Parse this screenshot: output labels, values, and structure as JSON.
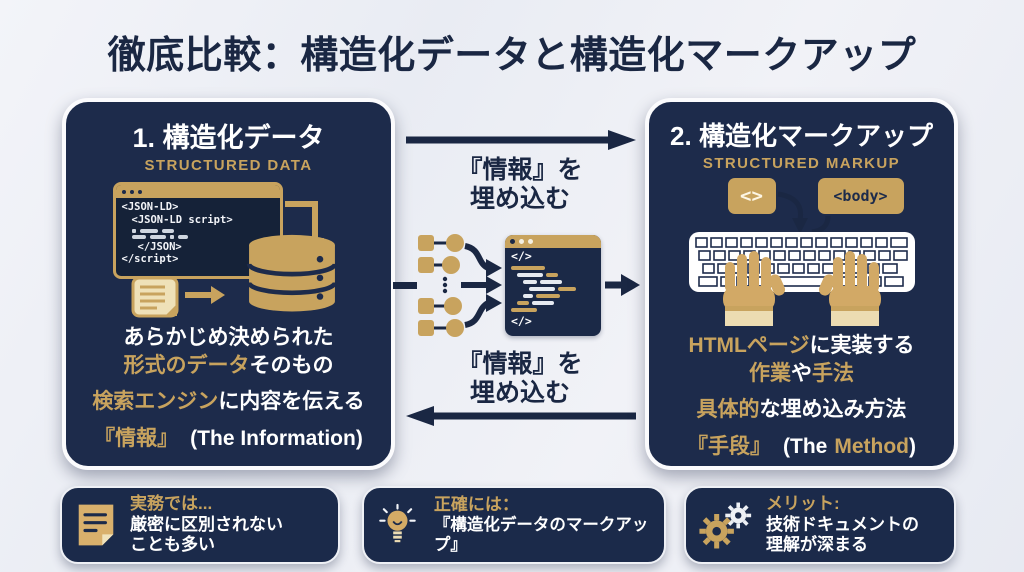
{
  "title": "徹底比較：構造化データと構造化マークアップ",
  "left_panel": {
    "heading": "1. 構造化データ",
    "subheading": "STRUCTURED DATA",
    "code_window": {
      "line1": "<JSON-LD>",
      "line2": "<JSON-LD script>",
      "line3": "</JSON>",
      "line4": "</script>"
    },
    "desc": {
      "line1_white": "あらかじめ決められた",
      "line2_gold": "形式のデータ",
      "line2_white": "そのもの",
      "line3_gold": "検索エンジン",
      "line3_white": "に内容を伝える",
      "line4_gold": "『情報』",
      "line4_white": "(The Information)"
    }
  },
  "center": {
    "top_label_line1": "『情報』を",
    "top_label_line2": "埋め込む",
    "bottom_label_line1": "『情報』を",
    "bottom_label_line2": "埋め込む",
    "code_symbol_top": "</>",
    "code_symbol_bottom": "</>"
  },
  "right_panel": {
    "heading": "2. 構造化マークアップ",
    "subheading": "STRUCTURED MARKUP",
    "chip_code": "<>",
    "chip_body": "<body>",
    "desc": {
      "line1_gold": "HTMLページ",
      "line1_white": "に実装する",
      "line2_gold1": "作業",
      "line2_white": "や",
      "line2_gold2": "手法",
      "line3_gold": "具体的",
      "line3_white": "な埋め込み方法",
      "line4_gold": "『手段』",
      "line4_white1": "(The",
      "line4_gold2": "Method",
      "line4_white2": ")"
    }
  },
  "bottom_cards": [
    {
      "title": "実務では...",
      "line1": "厳密に区別されない",
      "line2": "ことも多い"
    },
    {
      "title": "正確には：",
      "line1": "『構造化データのマークアップ』"
    },
    {
      "title": "メリット:",
      "line1": "技術ドキュメントの",
      "line2": "理解が深まる"
    }
  ],
  "colors": {
    "navy": "#1d2b4b",
    "gold": "#c8a35e",
    "background": "#edeff5"
  }
}
